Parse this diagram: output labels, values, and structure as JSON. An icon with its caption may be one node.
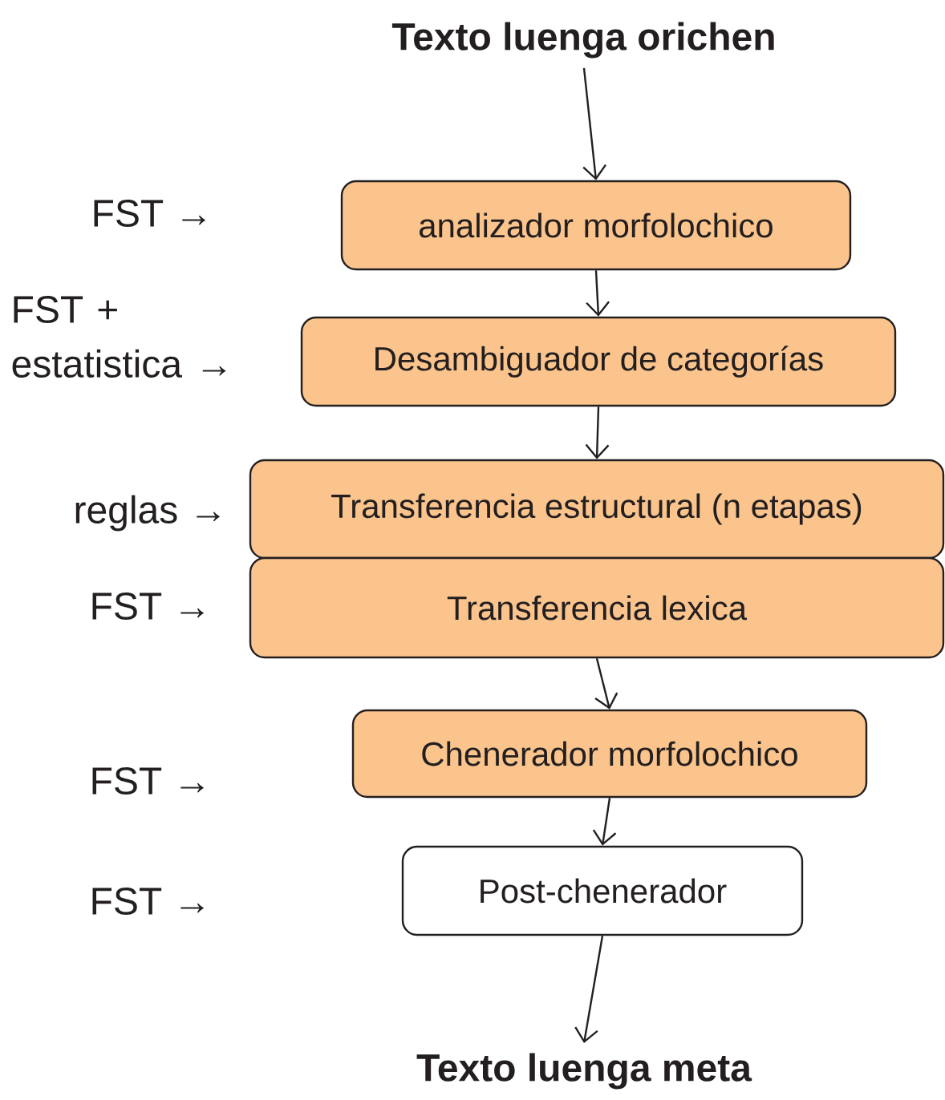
{
  "diagram": {
    "nodes": [
      {
        "text": [
          "Texto luenga orichen"
        ]
      },
      {
        "text": [
          "analizador morfolochico"
        ]
      },
      {
        "text": [
          "Desambiguador de categorías"
        ]
      },
      {
        "text": [
          "Transferencia estructural  (n etapas)"
        ]
      },
      {
        "text": [
          "Transferencia lexica"
        ]
      },
      {
        "text": [
          "Chenerador morfolochico"
        ]
      },
      {
        "text": [
          "Post-chenerador"
        ]
      },
      {
        "text": [
          "Texto luenga meta"
        ]
      }
    ],
    "edges": [
      {
        "from": 0,
        "to": 1,
        "arrow": "to"
      },
      {
        "from": 1,
        "to": 2,
        "arrow": "to"
      },
      {
        "from": 2,
        "to": 3,
        "arrow": "to"
      },
      {
        "from": 4,
        "to": 5,
        "arrow": "to"
      },
      {
        "from": 5,
        "to": 6,
        "arrow": "to"
      },
      {
        "from": 6,
        "to": 7,
        "arrow": "to"
      }
    ],
    "labels": [
      "FST →",
      "FST + estatistica →",
      "reglas →",
      "FST →",
      "FST →",
      "FST →"
    ]
  }
}
